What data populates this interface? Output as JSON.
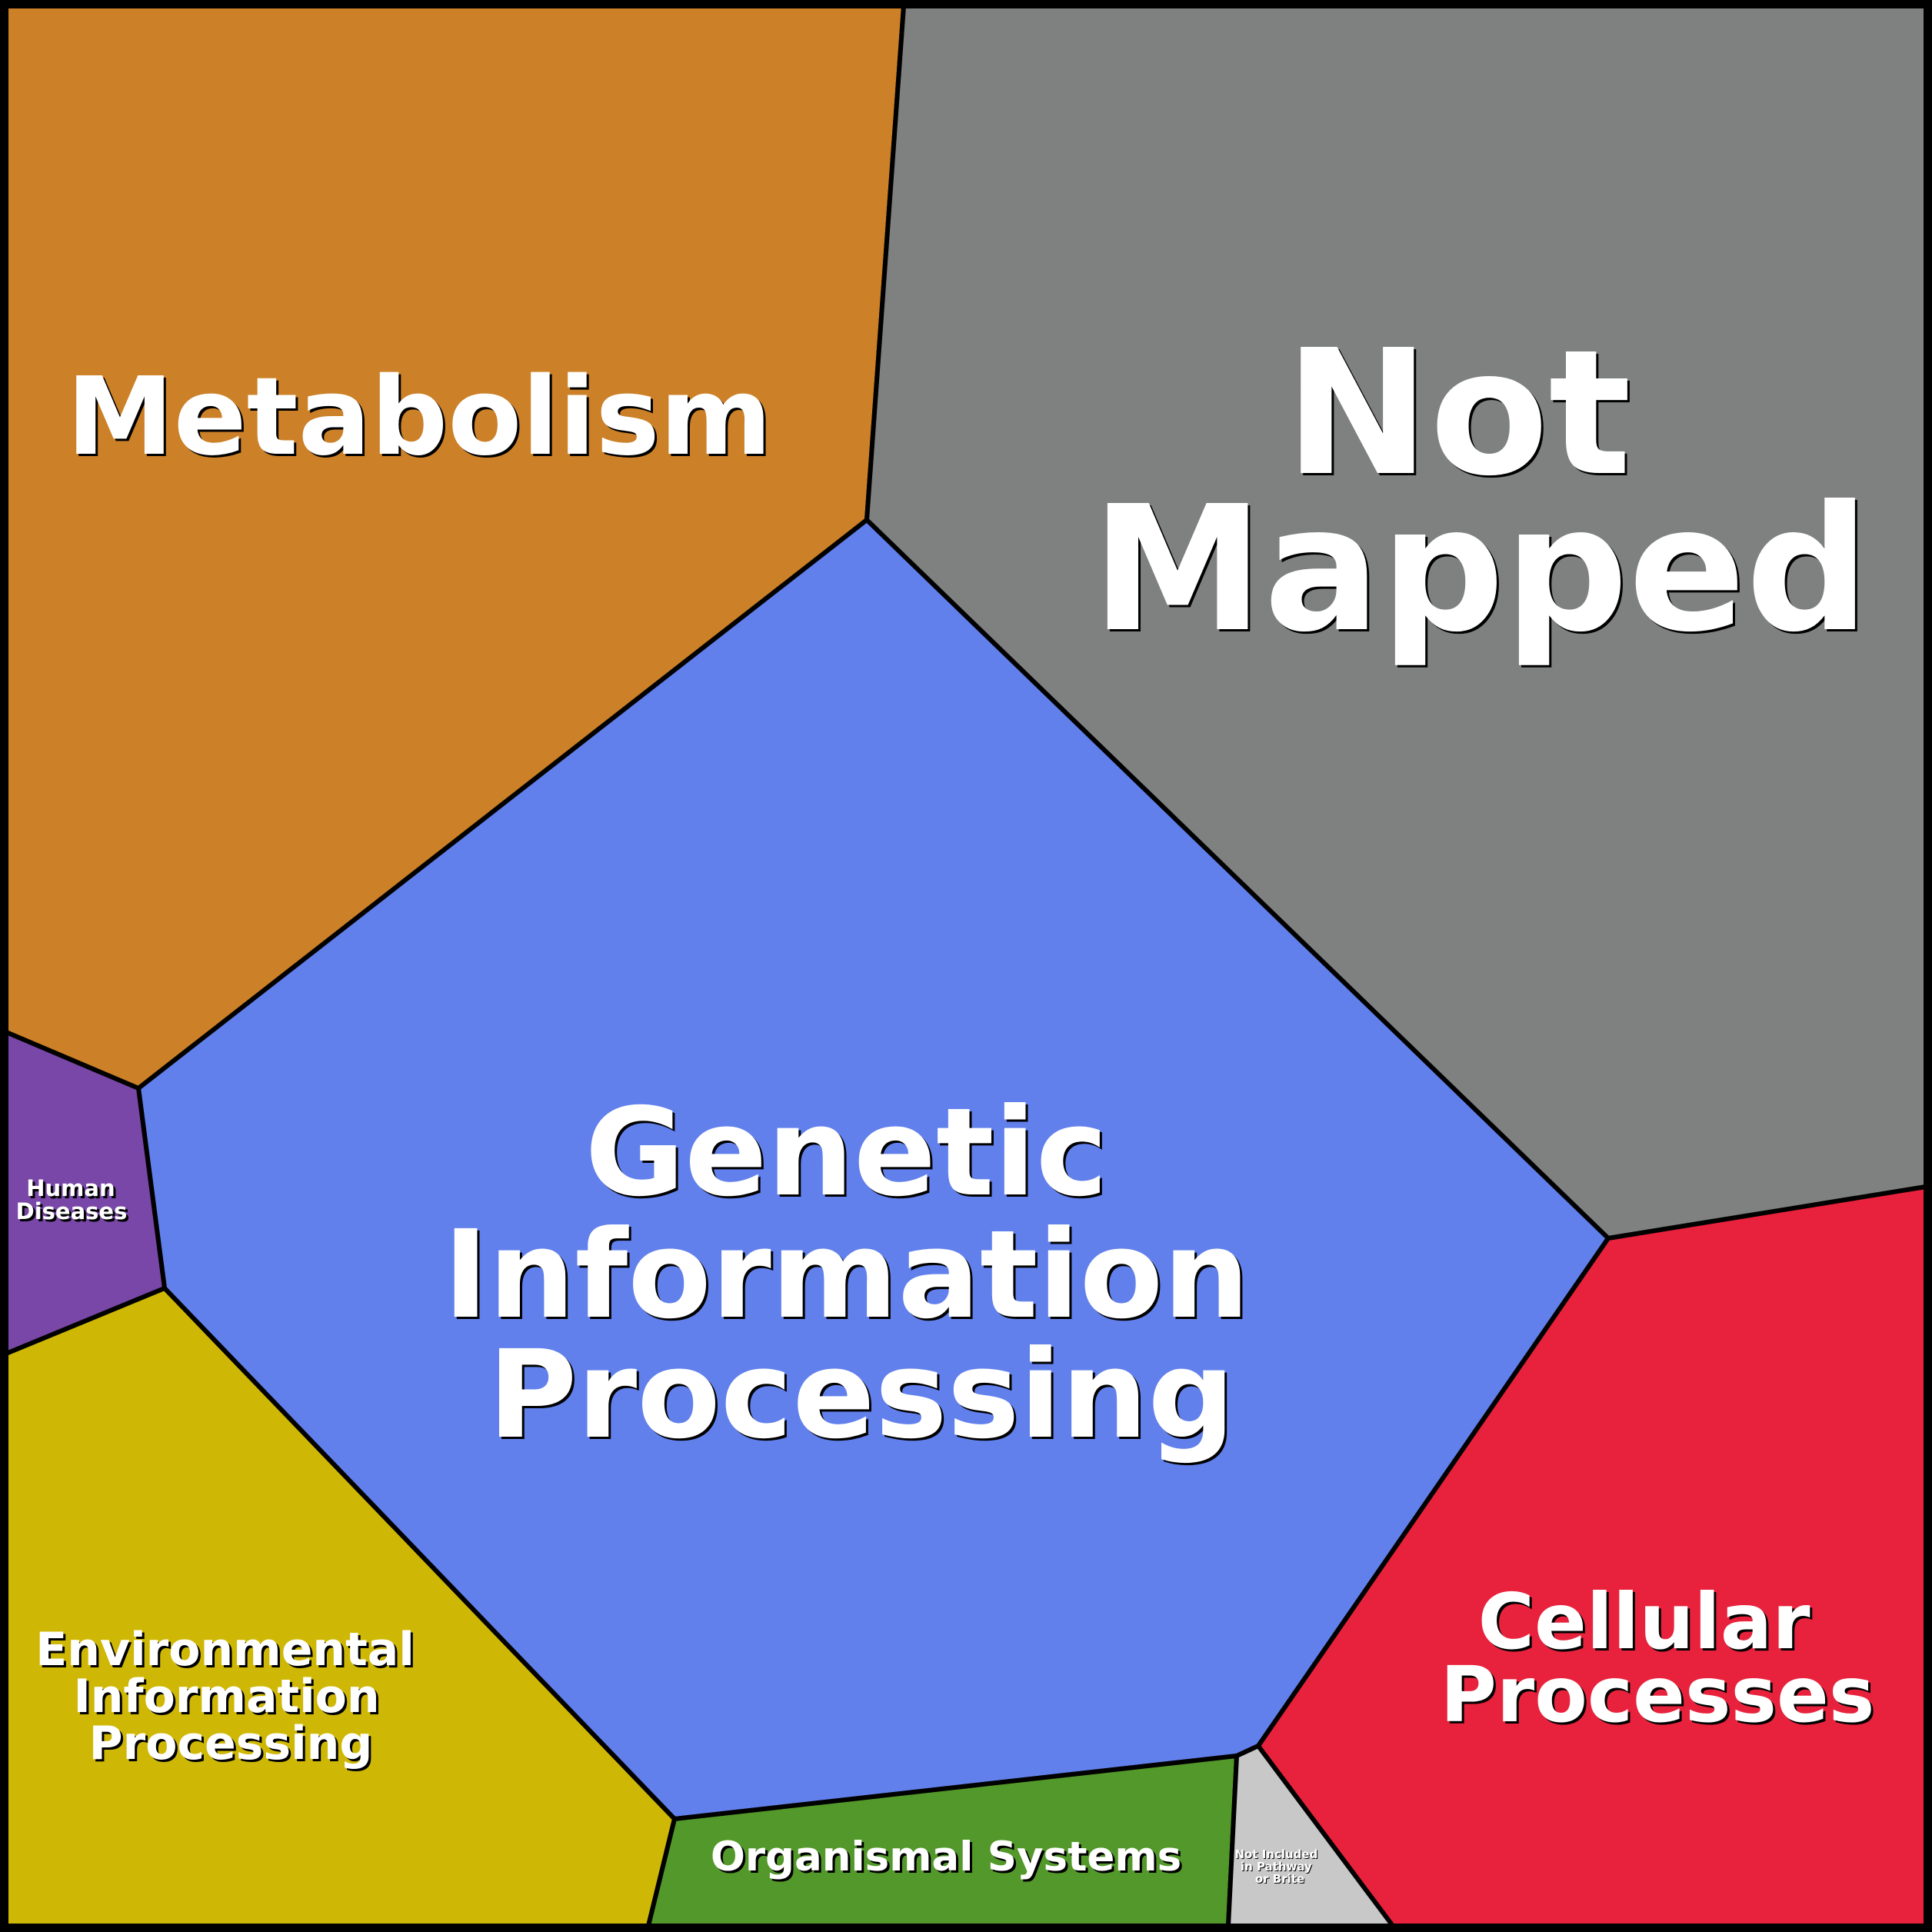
{
  "title": "Voronoi treemap of KEGG functional categories",
  "cells": {
    "metabolism": {
      "lines": [
        "Metabolism"
      ],
      "color": "#CC8027"
    },
    "not_mapped": {
      "lines": [
        "Not",
        "Mapped"
      ],
      "color": "#7F8180"
    },
    "genetic": {
      "lines": [
        "Genetic",
        "Information",
        "Processing"
      ],
      "color": "#6180EC"
    },
    "human_diseases": {
      "lines": [
        "Human",
        "Diseases"
      ],
      "color": "#7847A7"
    },
    "environmental": {
      "lines": [
        "Environmental",
        "Information",
        "Processing"
      ],
      "color": "#CFB805"
    },
    "organismal": {
      "lines": [
        "Organismal Systems"
      ],
      "color": "#53982A"
    },
    "not_included": {
      "lines": [
        "Not Included",
        "in Pathway",
        "or Brite"
      ],
      "color": "#C8C8C8"
    },
    "cellular": {
      "lines": [
        "Cellular",
        "Processes"
      ],
      "color": "#E8223C"
    }
  }
}
